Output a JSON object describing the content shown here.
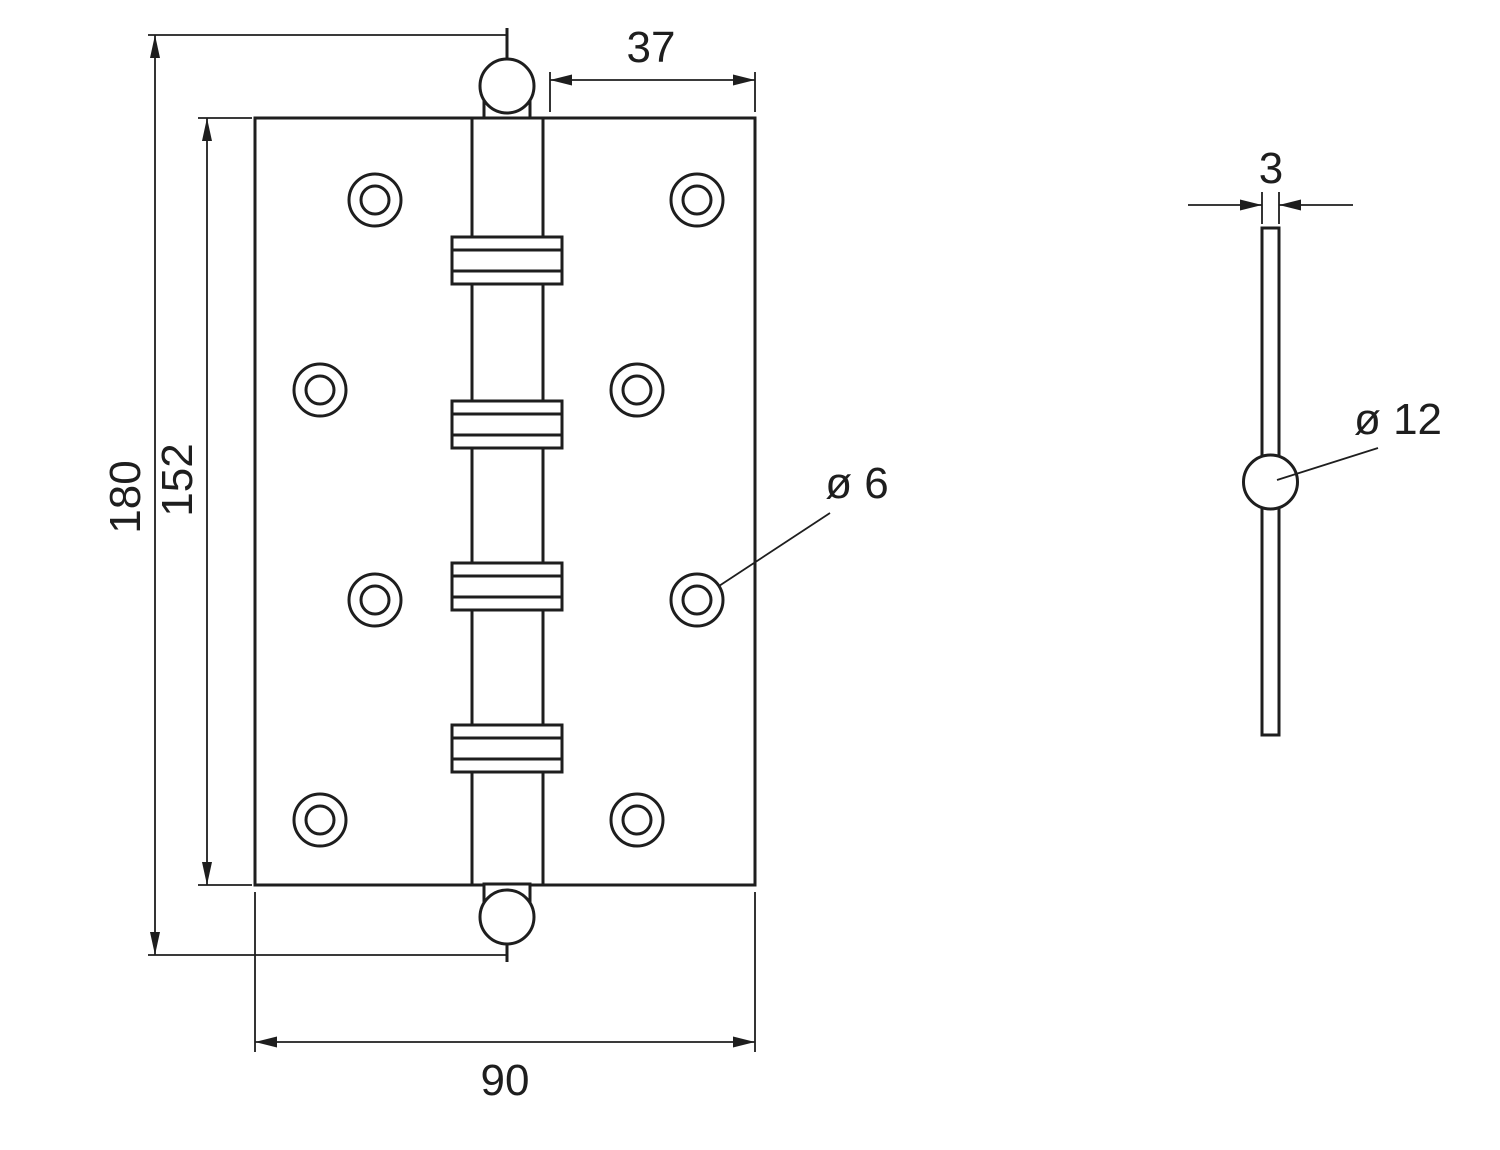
{
  "colors": {
    "line": "#1e1e1e",
    "background": "#ffffff"
  },
  "front_view": {
    "dim_total_height": "180",
    "dim_plate_height": "152",
    "dim_leaf_width": "37",
    "dim_total_width": "90",
    "hole_diameter_label": "ø 6"
  },
  "side_view": {
    "thickness_label": "3",
    "knuckle_diameter_label": "ø 12"
  }
}
